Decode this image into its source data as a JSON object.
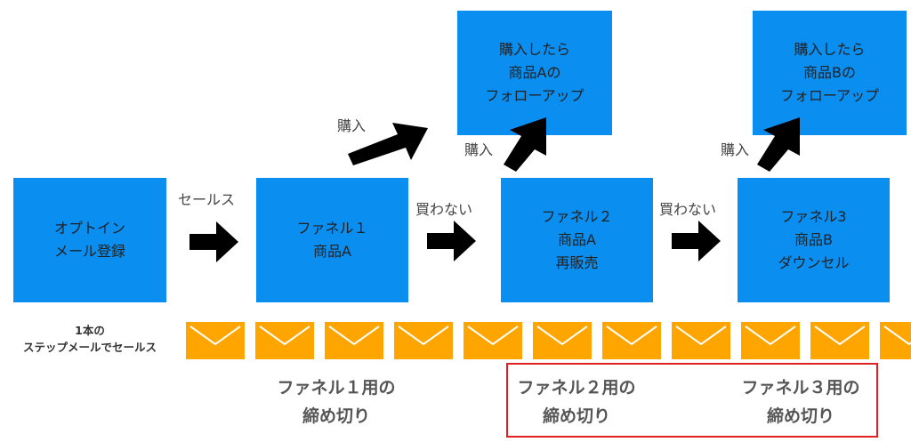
{
  "boxes": {
    "optin": {
      "line1": "オプトイン",
      "line2": "メール登録"
    },
    "funnel1": {
      "line1": "ファネル１",
      "line2": "商品A"
    },
    "funnel2": {
      "line1": "ファネル２",
      "line2": "商品A",
      "line3": "再販売"
    },
    "funnel3": {
      "line1": "ファネル3",
      "line2": "商品B",
      "line3": "ダウンセル"
    },
    "followA": {
      "line1": "購入したら",
      "line2": "商品Aの",
      "line3": "フォローアップ"
    },
    "followB": {
      "line1": "購入したら",
      "line2": "商品Bの",
      "line3": "フォローアップ"
    }
  },
  "labels": {
    "sales": "セールス",
    "no_buy_1": "買わない",
    "no_buy_2": "買わない",
    "buy_1": "購入",
    "buy_2": "購入",
    "buy_3": "購入"
  },
  "step_note": {
    "line1": "1本の",
    "line2": "ステップメールでセールス"
  },
  "deadlines": {
    "d1": {
      "line1": "ファネル１用の",
      "line2": "締め切り"
    },
    "d2": {
      "line1": "ファネル２用の",
      "line2": "締め切り"
    },
    "d3": {
      "line1": "ファネル３用の",
      "line2": "締め切り"
    }
  },
  "colors": {
    "box": "#0a8ef0",
    "envelope": "#ffa500",
    "highlight": "#e02020",
    "arrow": "#000000"
  },
  "icons": {
    "envelope": "envelope-icon",
    "arrow": "arrow-icon"
  }
}
